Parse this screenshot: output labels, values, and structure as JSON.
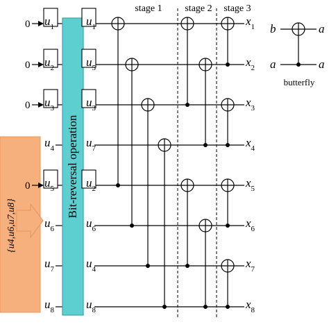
{
  "stage_labels": [
    "stage 1",
    "stage 2",
    "stage 3"
  ],
  "bitrev_label": "Bit-reversal operation",
  "frozen_set_label": "{u4,u6,u7,u8}",
  "frozen_bit_value": "0",
  "inputs": [
    {
      "base": "u",
      "sub": "1",
      "frozen": true
    },
    {
      "base": "u",
      "sub": "2",
      "frozen": true
    },
    {
      "base": "u",
      "sub": "3",
      "frozen": true
    },
    {
      "base": "u",
      "sub": "4",
      "frozen": false
    },
    {
      "base": "u",
      "sub": "5",
      "frozen": true
    },
    {
      "base": "u",
      "sub": "6",
      "frozen": false
    },
    {
      "base": "u",
      "sub": "7",
      "frozen": false
    },
    {
      "base": "u",
      "sub": "8",
      "frozen": false
    }
  ],
  "reversed": [
    {
      "base": "u",
      "sub": "1",
      "boxed": true
    },
    {
      "base": "u",
      "sub": "5",
      "boxed": true
    },
    {
      "base": "u",
      "sub": "3",
      "boxed": true
    },
    {
      "base": "u",
      "sub": "7",
      "boxed": false
    },
    {
      "base": "u",
      "sub": "2",
      "boxed": true
    },
    {
      "base": "u",
      "sub": "6",
      "boxed": false
    },
    {
      "base": "u",
      "sub": "4",
      "boxed": false
    },
    {
      "base": "u",
      "sub": "8",
      "boxed": false
    }
  ],
  "outputs": [
    {
      "base": "x",
      "sub": "1"
    },
    {
      "base": "x",
      "sub": "2"
    },
    {
      "base": "x",
      "sub": "3"
    },
    {
      "base": "x",
      "sub": "4"
    },
    {
      "base": "x",
      "sub": "5"
    },
    {
      "base": "x",
      "sub": "6"
    },
    {
      "base": "x",
      "sub": "7"
    },
    {
      "base": "x",
      "sub": "8"
    }
  ],
  "butterfly": {
    "label": "butterfly",
    "top_in": "b",
    "top_out": "a",
    "bottom_in": "a",
    "bottom_out": "a"
  },
  "colors": {
    "bitrev_fill": "#5ecfd0",
    "bitrev_stroke": "#3aa5a8",
    "frozen_fill": "#f6b07e",
    "frozen_stroke": "#e8935a",
    "arrow_fill": "#f6b07e"
  }
}
